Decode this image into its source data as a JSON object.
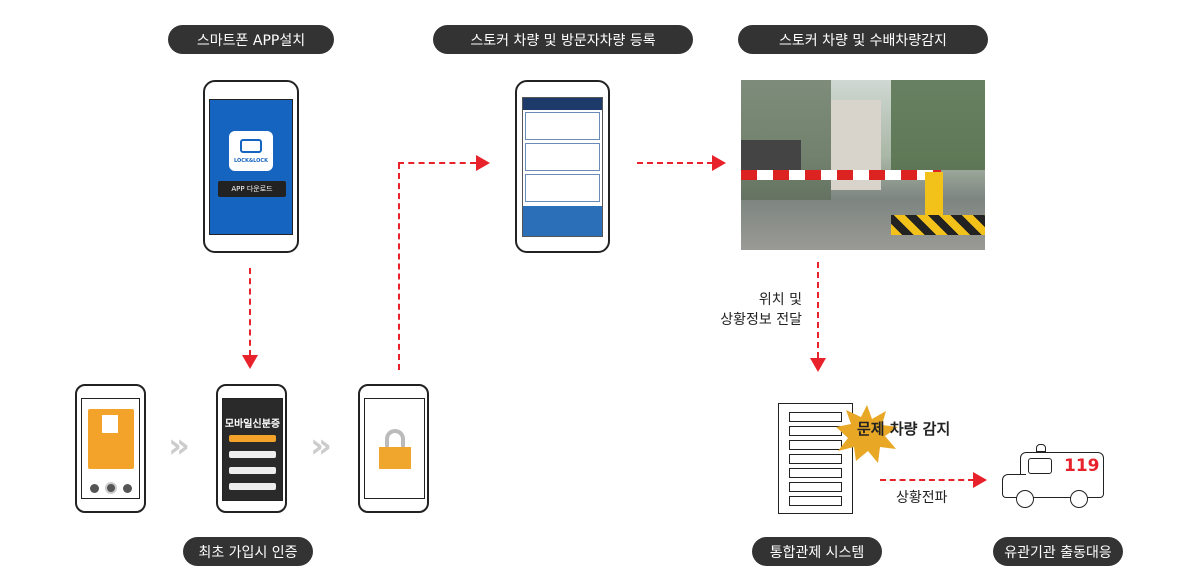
{
  "steps": {
    "app_install": "스마트폰 APP설치",
    "register": "스토커 차량 및 방문자차량 등록",
    "detect": "스토커 차량 및 수배차량감지",
    "first_auth": "최초 가입시 인증",
    "control_system": "통합관제 시스템",
    "agency_response": "유관기관 출동대응"
  },
  "phone_app": {
    "logo_text": "LOCK&LOCK",
    "download_button": "APP 다운로드"
  },
  "mobile_id": {
    "title": "모바일신분증"
  },
  "annotations": {
    "location_line1": "위치 및",
    "location_line2": "상황정보 전달",
    "problem_detected": "문제 차량 감지",
    "propagate": "상황전파",
    "ambulance_number": "119"
  },
  "colors": {
    "accent": "#e8222a",
    "pill": "#333333",
    "app_blue": "#1565c0",
    "orange": "#f3a32a"
  }
}
